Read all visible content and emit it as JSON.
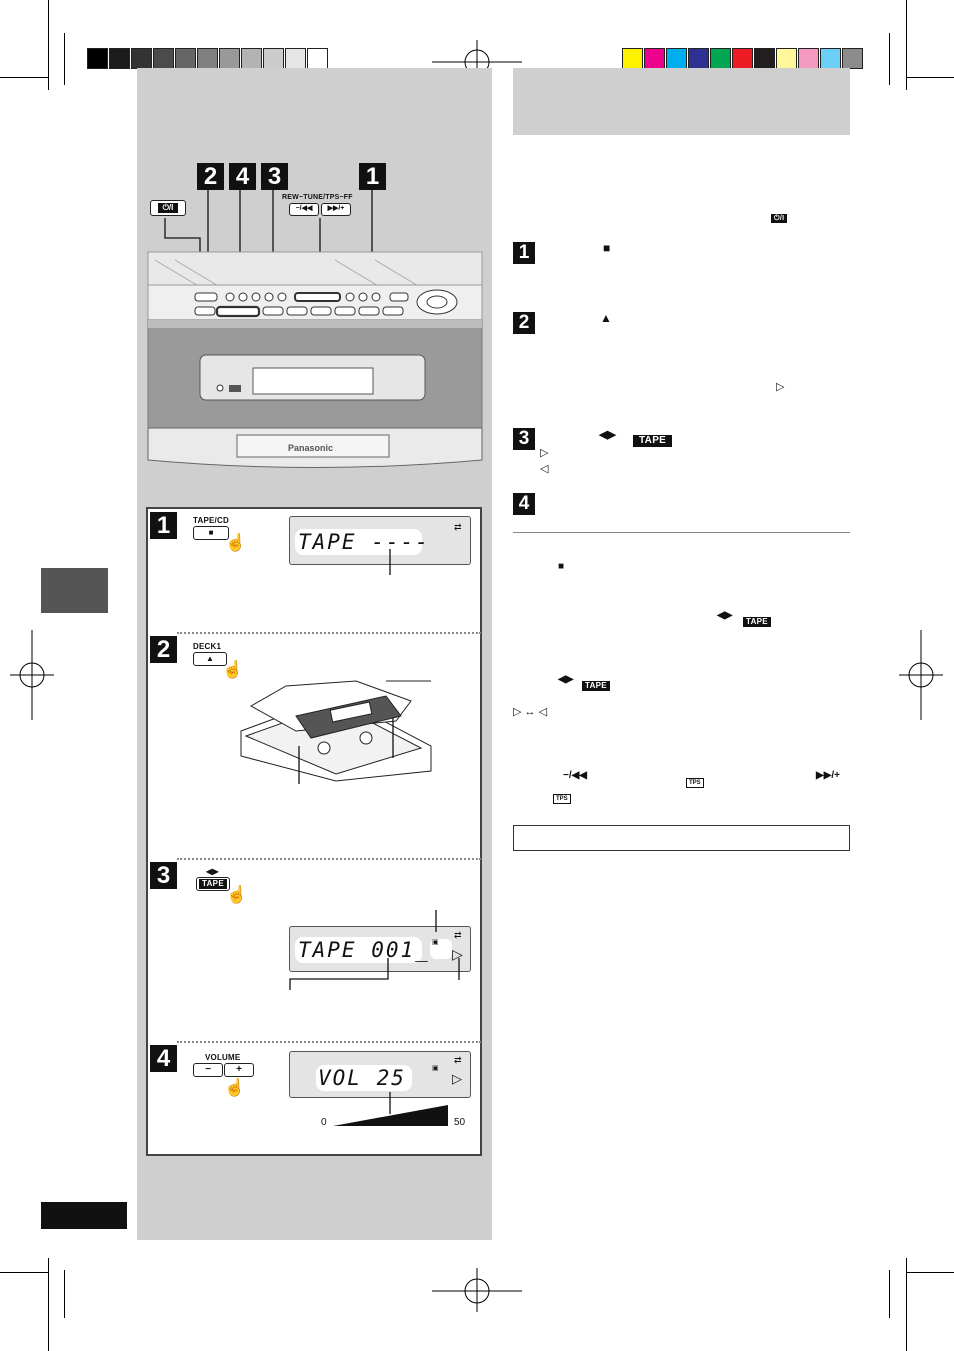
{
  "device": {
    "brand": "Panasonic",
    "buttons": {
      "power": "⏻/I",
      "rew_tune_ff": "REW−TUNE/TPS−FF",
      "rew": "−/◀◀",
      "ff": "▶▶/+"
    }
  },
  "callout_numbers": [
    "2",
    "4",
    "3",
    "1"
  ],
  "steps_panel": {
    "step1": {
      "num": "1",
      "button_label": "TAPE/CD",
      "button_symbol": "■",
      "display": "TAPE ----"
    },
    "step2": {
      "num": "2",
      "button_label": "DECK1",
      "button_symbol": "▲"
    },
    "step3": {
      "num": "3",
      "button_arrows": "◀▶",
      "button_label": "TAPE",
      "display": "TAPE 001_"
    },
    "step4": {
      "num": "4",
      "button_label": "VOLUME",
      "minus": "−",
      "plus": "+",
      "display": "VOL 25",
      "scale_min": "0",
      "scale_max": "50",
      "level": 0.5
    }
  },
  "instructions": {
    "power_icon": "⏻/I",
    "step1": {
      "num": "1",
      "symbol": "■"
    },
    "step2": {
      "num": "2",
      "symbol": "▲",
      "play_symbol": "▷"
    },
    "step3": {
      "num": "3",
      "arrows": "◀▶",
      "tape_tag": "TAPE",
      "forward": "▷",
      "reverse": "◁"
    },
    "step4": {
      "num": "4"
    },
    "notes": {
      "stop_symbol": "■",
      "arrows": "◀▶",
      "tape_tag": "TAPE",
      "direction": "▷ ↔ ◁",
      "rew": "−/◀◀",
      "tps": "TPS",
      "ff": "▶▶/+"
    }
  },
  "colors": {
    "panel_grey": "#cfcfcf",
    "color_bar": [
      "#fff200",
      "#ec008c",
      "#00aeef",
      "#2e3192",
      "#00a651",
      "#ed1c24",
      "#231f20",
      "#fff799",
      "#f49ac1",
      "#6dcff6",
      "#8c8c8c"
    ]
  }
}
